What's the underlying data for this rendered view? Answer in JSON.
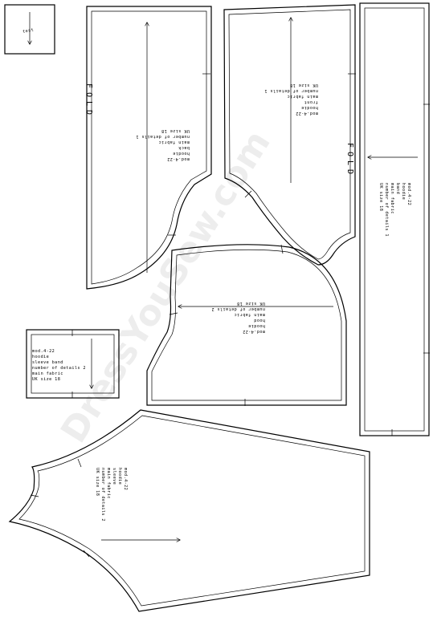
{
  "watermark": "DressYouSew.com",
  "test_square": {
    "label": "test"
  },
  "pieces": {
    "back": {
      "lines": [
        "mod.4-22",
        "hoodie",
        "back",
        "main fabric",
        "number of details 1",
        "UK size 18"
      ],
      "fold_label": "FOLD"
    },
    "front": {
      "lines": [
        "mod.4-22",
        "hoodie",
        "front",
        "main fabric",
        "number of details 1",
        "UK size 18"
      ],
      "fold_label": "FOLD"
    },
    "band": {
      "lines": [
        "mod.4-22",
        "hoodie",
        "band",
        "main fabric",
        "number of details 1",
        "UK size 18"
      ]
    },
    "hood": {
      "lines": [
        "mod.4-22",
        "hoodie",
        "hood",
        "main fabric",
        "number of details 2",
        "UK size 18"
      ]
    },
    "sleeve_band": {
      "lines": [
        "mod.4-22",
        "hoodie",
        "sleeve band",
        "number of details 2",
        "main fabric",
        "UK size 18"
      ]
    },
    "sleeve": {
      "lines": [
        "mod.4-22",
        "hoodie",
        "sleeve",
        "main fabric",
        "number of details 2",
        "UK size 18"
      ]
    }
  }
}
